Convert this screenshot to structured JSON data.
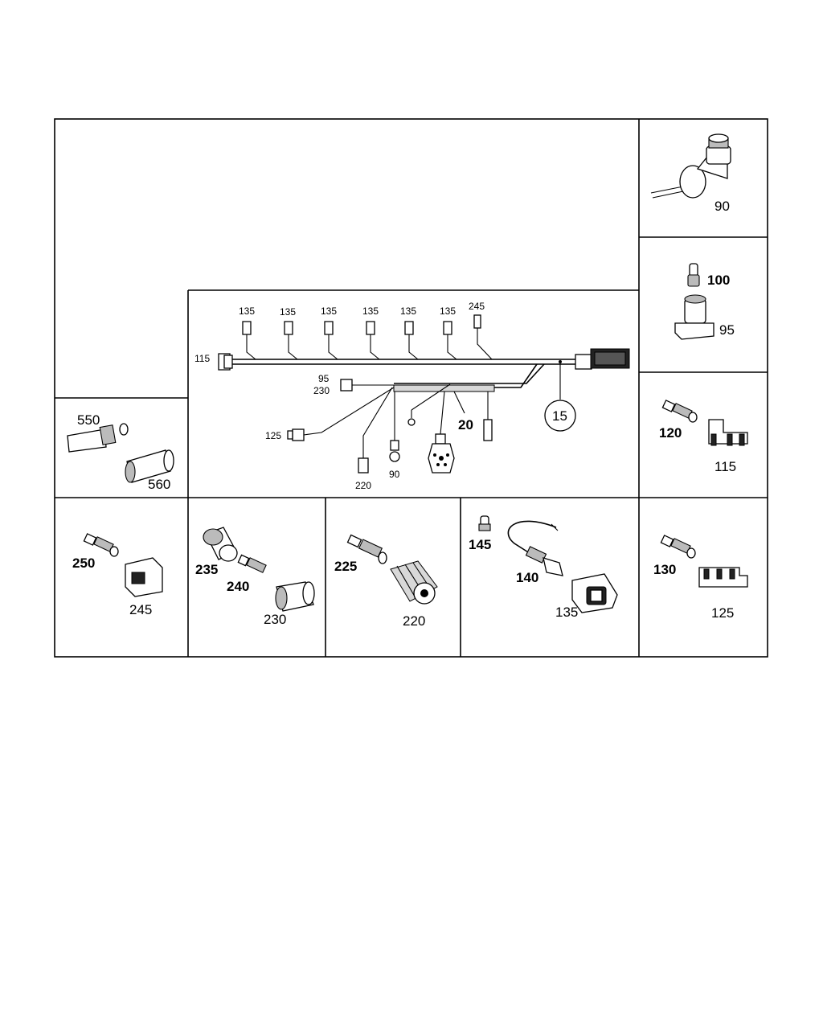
{
  "harness": {
    "callouts": {
      "c135_a": "135",
      "c135_b": "135",
      "c135_c": "135",
      "c135_d": "135",
      "c135_e": "135",
      "c135_f": "135",
      "c245": "245",
      "c115": "115",
      "c95": "95",
      "c230": "230",
      "c20": "20",
      "c15": "15",
      "c125": "125",
      "c220": "220",
      "c90": "90"
    }
  },
  "panels": {
    "p90": {
      "label": "90"
    },
    "p100_95": {
      "label_100": "100",
      "label_95": "95"
    },
    "p120_115": {
      "label_120": "120",
      "label_115": "115"
    },
    "p550_560": {
      "label_550": "550",
      "label_560": "560"
    },
    "p250_245": {
      "label_250": "250",
      "label_245": "245"
    },
    "p235_230": {
      "label_235": "235",
      "label_240": "240",
      "label_230": "230"
    },
    "p225_220": {
      "label_225": "225",
      "label_220": "220"
    },
    "p145_135": {
      "label_145": "145",
      "label_140": "140",
      "label_135": "135"
    },
    "p130_125": {
      "label_130": "130",
      "label_125": "125"
    }
  }
}
